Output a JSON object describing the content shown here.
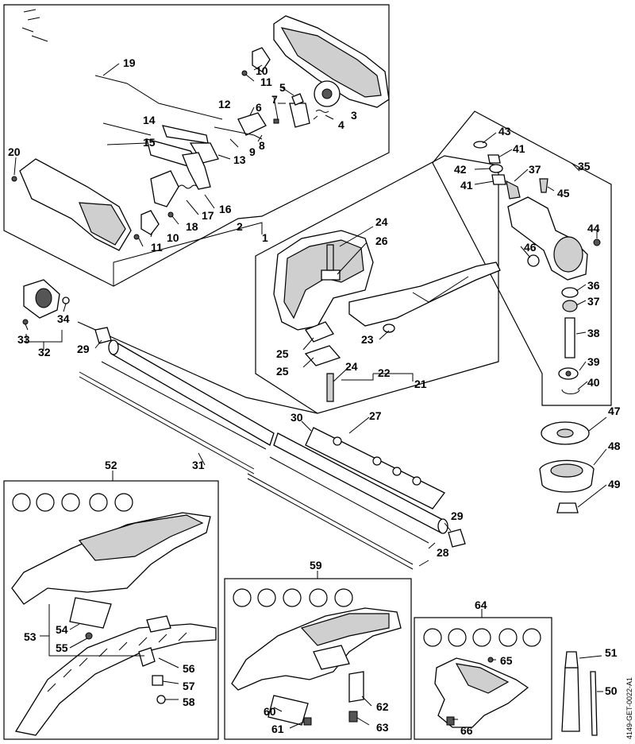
{
  "diagram": {
    "reference_code": "4149-GET-0022-A1",
    "labels": [
      "1",
      "2",
      "3",
      "4",
      "5",
      "6",
      "7",
      "8",
      "9",
      "10",
      "11",
      "12",
      "13",
      "14",
      "15",
      "16",
      "17",
      "18",
      "19",
      "20",
      "21",
      "22",
      "23",
      "24",
      "25",
      "26",
      "27",
      "28",
      "29",
      "30",
      "31",
      "32",
      "33",
      "34",
      "35",
      "36",
      "37",
      "38",
      "39",
      "40",
      "41",
      "42",
      "43",
      "44",
      "45",
      "46",
      "47",
      "48",
      "49",
      "50",
      "51",
      "52",
      "53",
      "54",
      "55",
      "56",
      "57",
      "58",
      "59",
      "60",
      "61",
      "62",
      "63",
      "64",
      "65",
      "66"
    ]
  }
}
